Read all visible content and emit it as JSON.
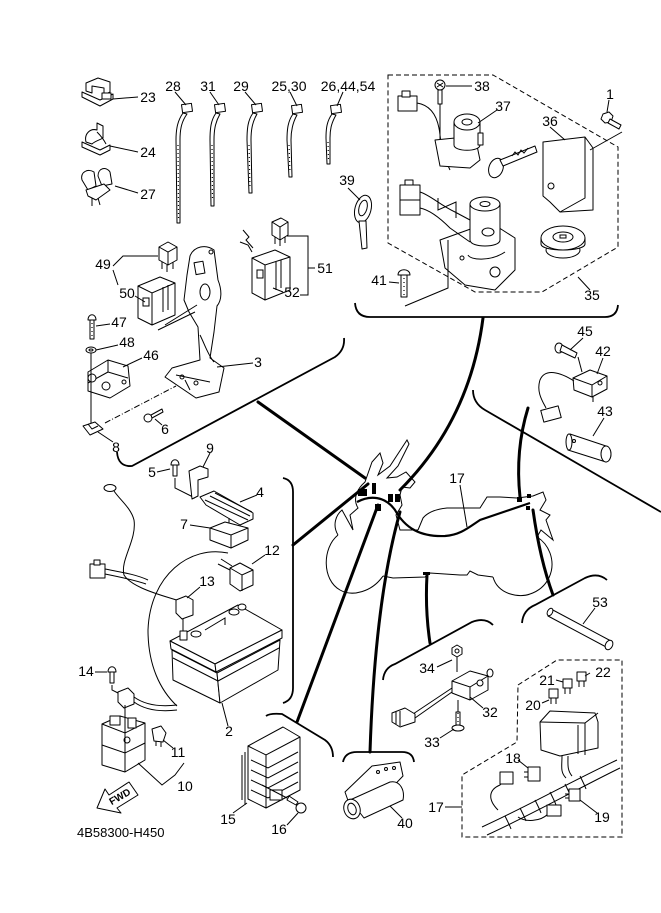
{
  "diagram": {
    "code": "4B58300-H450",
    "fwd_label": "FWD",
    "line_color": "#000000",
    "background": "#ffffff"
  },
  "callouts": {
    "p1": "1",
    "p2": "2",
    "p3": "3",
    "p4": "4",
    "p5": "5",
    "p6": "6",
    "p7": "7",
    "p8": "8",
    "p9": "9",
    "p10": "10",
    "p11": "11",
    "p12": "12",
    "p13": "13",
    "p14": "14",
    "p15": "15",
    "p16": "16",
    "p17_main": "17",
    "p17_box": "17",
    "p18": "18",
    "p19": "19",
    "p20": "20",
    "p21": "21",
    "p22": "22",
    "p23": "23",
    "p24": "24",
    "p25_30": "25,30",
    "p26_44_54": "26,44,54",
    "p27": "27",
    "p28": "28",
    "p29": "29",
    "p31": "31",
    "p32": "32",
    "p33": "33",
    "p34": "34",
    "p35": "35",
    "p36": "36",
    "p37": "37",
    "p38": "38",
    "p39": "39",
    "p40": "40",
    "p41": "41",
    "p42": "42",
    "p43": "43",
    "p45": "45",
    "p46": "46",
    "p47": "47",
    "p48": "48",
    "p49": "49",
    "p50": "50",
    "p51": "51",
    "p52": "52",
    "p53": "53"
  }
}
